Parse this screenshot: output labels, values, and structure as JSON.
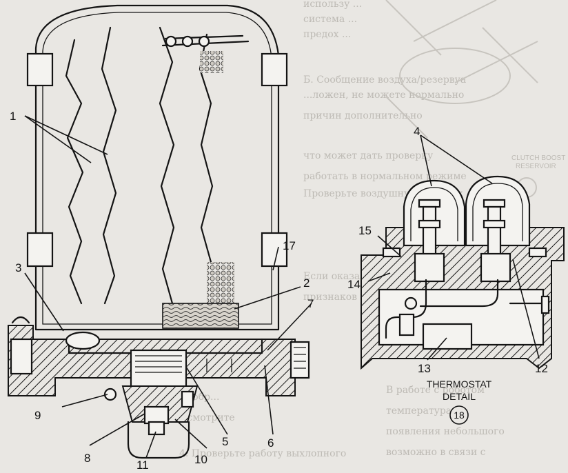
{
  "callouts": {
    "c1": "1",
    "c2": "2",
    "c3": "3",
    "c4": "4",
    "c5": "5",
    "c6": "6",
    "c7": "7",
    "c8": "8",
    "c9": "9",
    "c10": "10",
    "c11": "11",
    "c12": "12",
    "c13": "13",
    "c14": "14",
    "c15": "15",
    "c17": "17"
  },
  "detail": {
    "title_line1": "THERMOSTAT",
    "title_line2": "DETAIL",
    "number": "18"
  },
  "background_labels": {
    "clutch_line1": "CLUTCH BOOST",
    "clutch_line2": "RESERVOIR"
  }
}
